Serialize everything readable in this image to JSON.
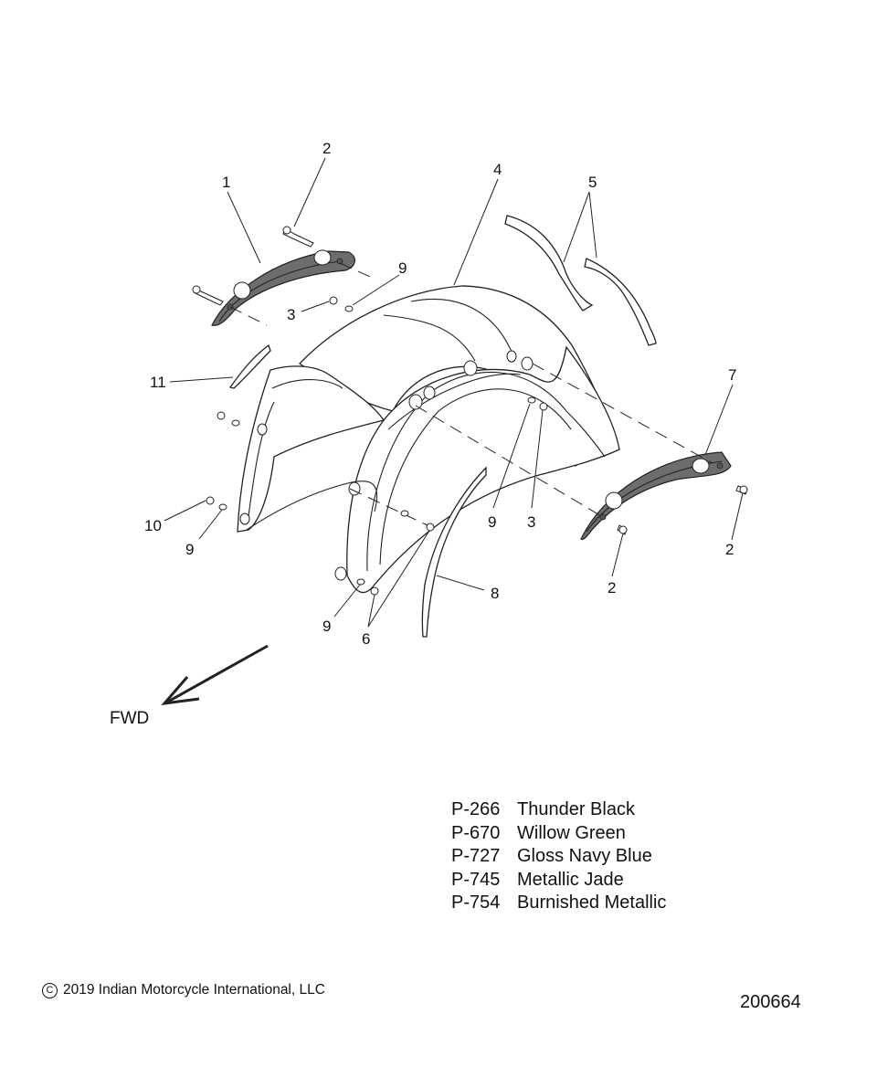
{
  "diagram": {
    "callouts": {
      "c1": "1",
      "c2_top": "2",
      "c2_right": "2",
      "c2_bottom": "2",
      "c3_top": "3",
      "c3_right": "3",
      "c4": "4",
      "c5": "5",
      "c6": "6",
      "c7": "7",
      "c8": "8",
      "c9_top": "9",
      "c9_left": "9",
      "c9_mid": "9",
      "c9_bottom": "9",
      "c10": "10",
      "c11": "11"
    },
    "direction_label": "FWD"
  },
  "color_table": [
    {
      "code": "P-266",
      "name": "Thunder Black"
    },
    {
      "code": "P-670",
      "name": "Willow Green"
    },
    {
      "code": "P-727",
      "name": "Gloss Navy Blue"
    },
    {
      "code": "P-745",
      "name": "Metallic Jade"
    },
    {
      "code": "P-754",
      "name": "Burnished Metallic"
    }
  ],
  "footer": {
    "copyright_symbol": "C",
    "copyright": "2019 Indian Motorcycle International, LLC",
    "diagram_number": "200664"
  }
}
